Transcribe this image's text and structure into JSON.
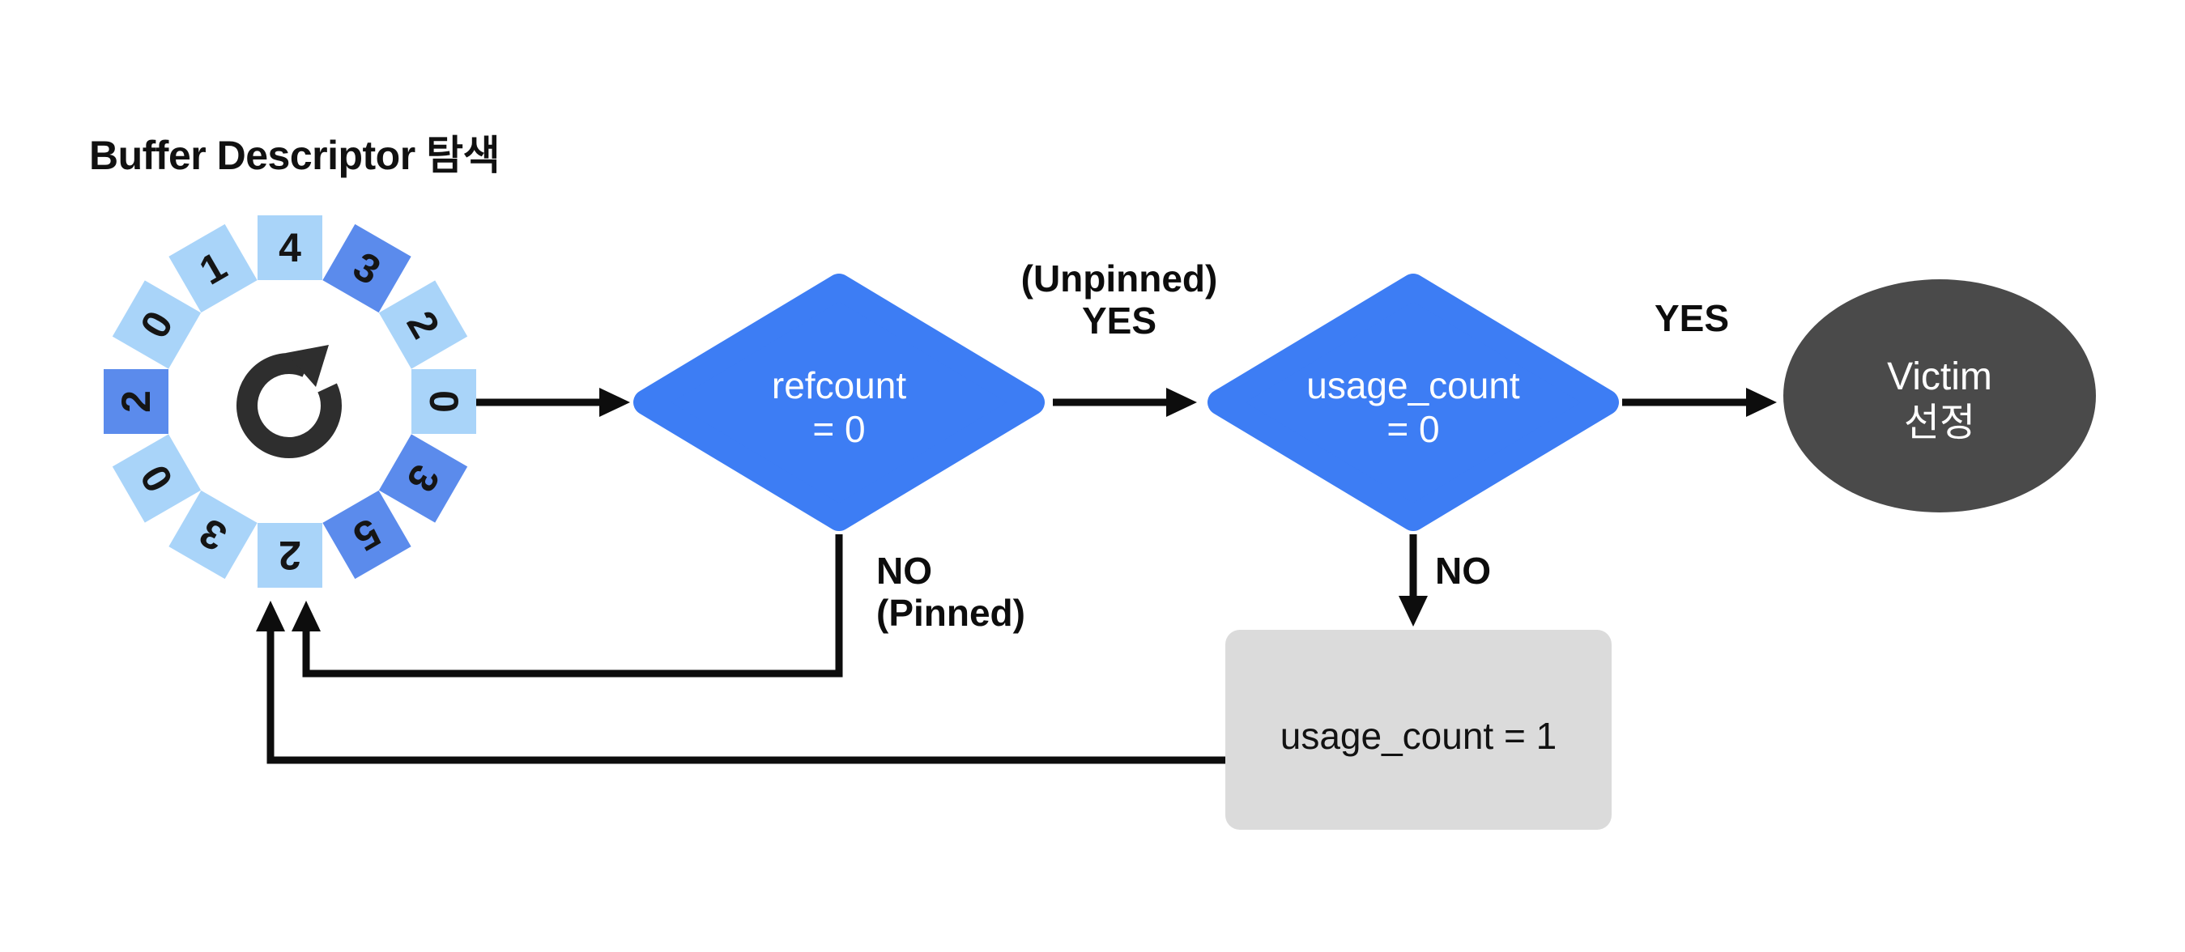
{
  "title": "Buffer Descriptor 탐색",
  "colors": {
    "slot_light_blue": "#A9D4F9",
    "slot_dark_blue": "#5B8BEC",
    "diamond_blue": "#3D7DF4",
    "victim_gray": "#4A4A4A",
    "action_box_gray": "#DBDBDB",
    "line_black": "#0D0D0D",
    "icon_dark": "#2E2E2E"
  },
  "ring": {
    "slots": [
      {
        "value": "4",
        "shade": "light"
      },
      {
        "value": "3",
        "shade": "dark"
      },
      {
        "value": "2",
        "shade": "light"
      },
      {
        "value": "0",
        "shade": "light"
      },
      {
        "value": "3",
        "shade": "dark"
      },
      {
        "value": "5",
        "shade": "dark"
      },
      {
        "value": "2",
        "shade": "light"
      },
      {
        "value": "3",
        "shade": "light"
      },
      {
        "value": "0",
        "shade": "light"
      },
      {
        "value": "2",
        "shade": "dark"
      },
      {
        "value": "0",
        "shade": "light"
      },
      {
        "value": "1",
        "shade": "light"
      }
    ],
    "center_icon": "clockwise-rotation-icon"
  },
  "nodes": {
    "refcount_check": {
      "line1": "refcount",
      "line2": "= 0"
    },
    "usage_count_check": {
      "line1": "usage_count",
      "line2": "= 0"
    },
    "victim": {
      "line1": "Victim",
      "line2": "선정"
    },
    "usage_count_set": {
      "label": "usage_count = 1"
    }
  },
  "edge_labels": {
    "refcount_yes_line1": "(Unpinned)",
    "refcount_yes_line2": "YES",
    "refcount_no_line1": "NO",
    "refcount_no_line2": "(Pinned)",
    "usage_yes": "YES",
    "usage_no": "NO"
  }
}
